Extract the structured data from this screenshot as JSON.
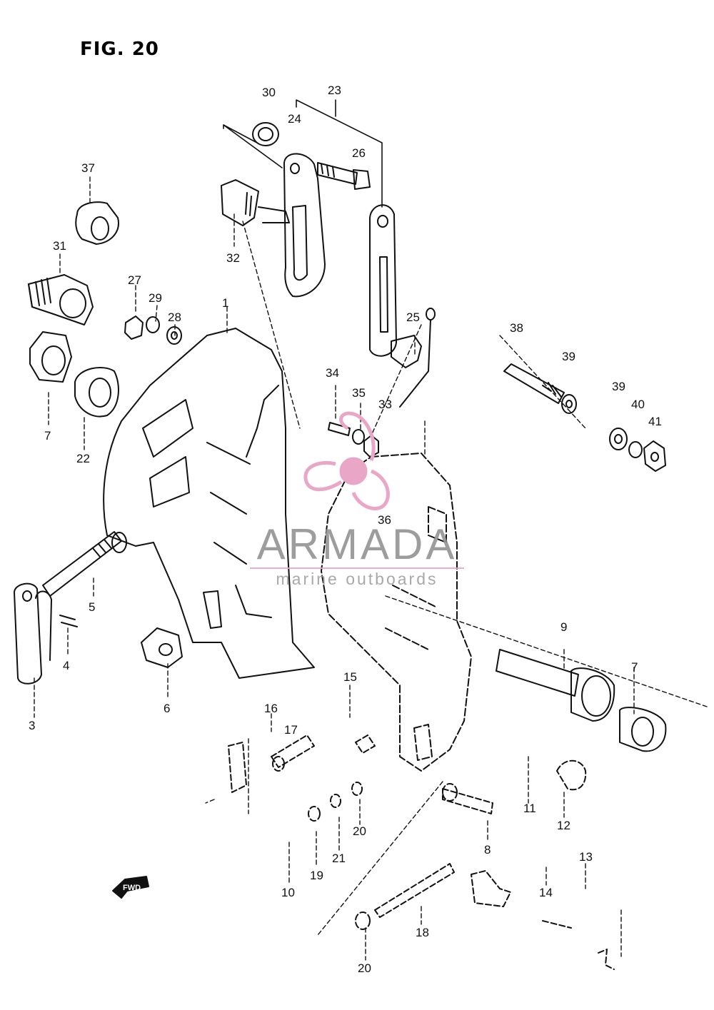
{
  "figure": {
    "title": "FIG. 20"
  },
  "watermark": {
    "brand": "ARMADA",
    "tagline": "marine outboards",
    "accent_color": "#e9a6c6",
    "logo_icon": "propeller-icon"
  },
  "direction_marker": {
    "label": "FWD",
    "icon": "forward-arrow-icon"
  },
  "callouts": {
    "c1": "1",
    "c3": "3",
    "c4": "4",
    "c5": "5",
    "c6": "6",
    "c7a": "7",
    "c7b": "7",
    "c8": "8",
    "c9": "9",
    "c10": "10",
    "c11": "11",
    "c12": "12",
    "c13": "13",
    "c14": "14",
    "c15": "15",
    "c16": "16",
    "c17": "17",
    "c18": "18",
    "c19": "19",
    "c20a": "20",
    "c20b": "20",
    "c21": "21",
    "c22": "22",
    "c23": "23",
    "c24": "24",
    "c25": "25",
    "c26": "26",
    "c27": "27",
    "c28": "28",
    "c29": "29",
    "c30": "30",
    "c31": "31",
    "c32": "32",
    "c33": "33",
    "c34": "34",
    "c35": "35",
    "c36": "36",
    "c37": "37",
    "c38": "38",
    "c39a": "39",
    "c39b": "39",
    "c40": "40",
    "c41": "41"
  }
}
